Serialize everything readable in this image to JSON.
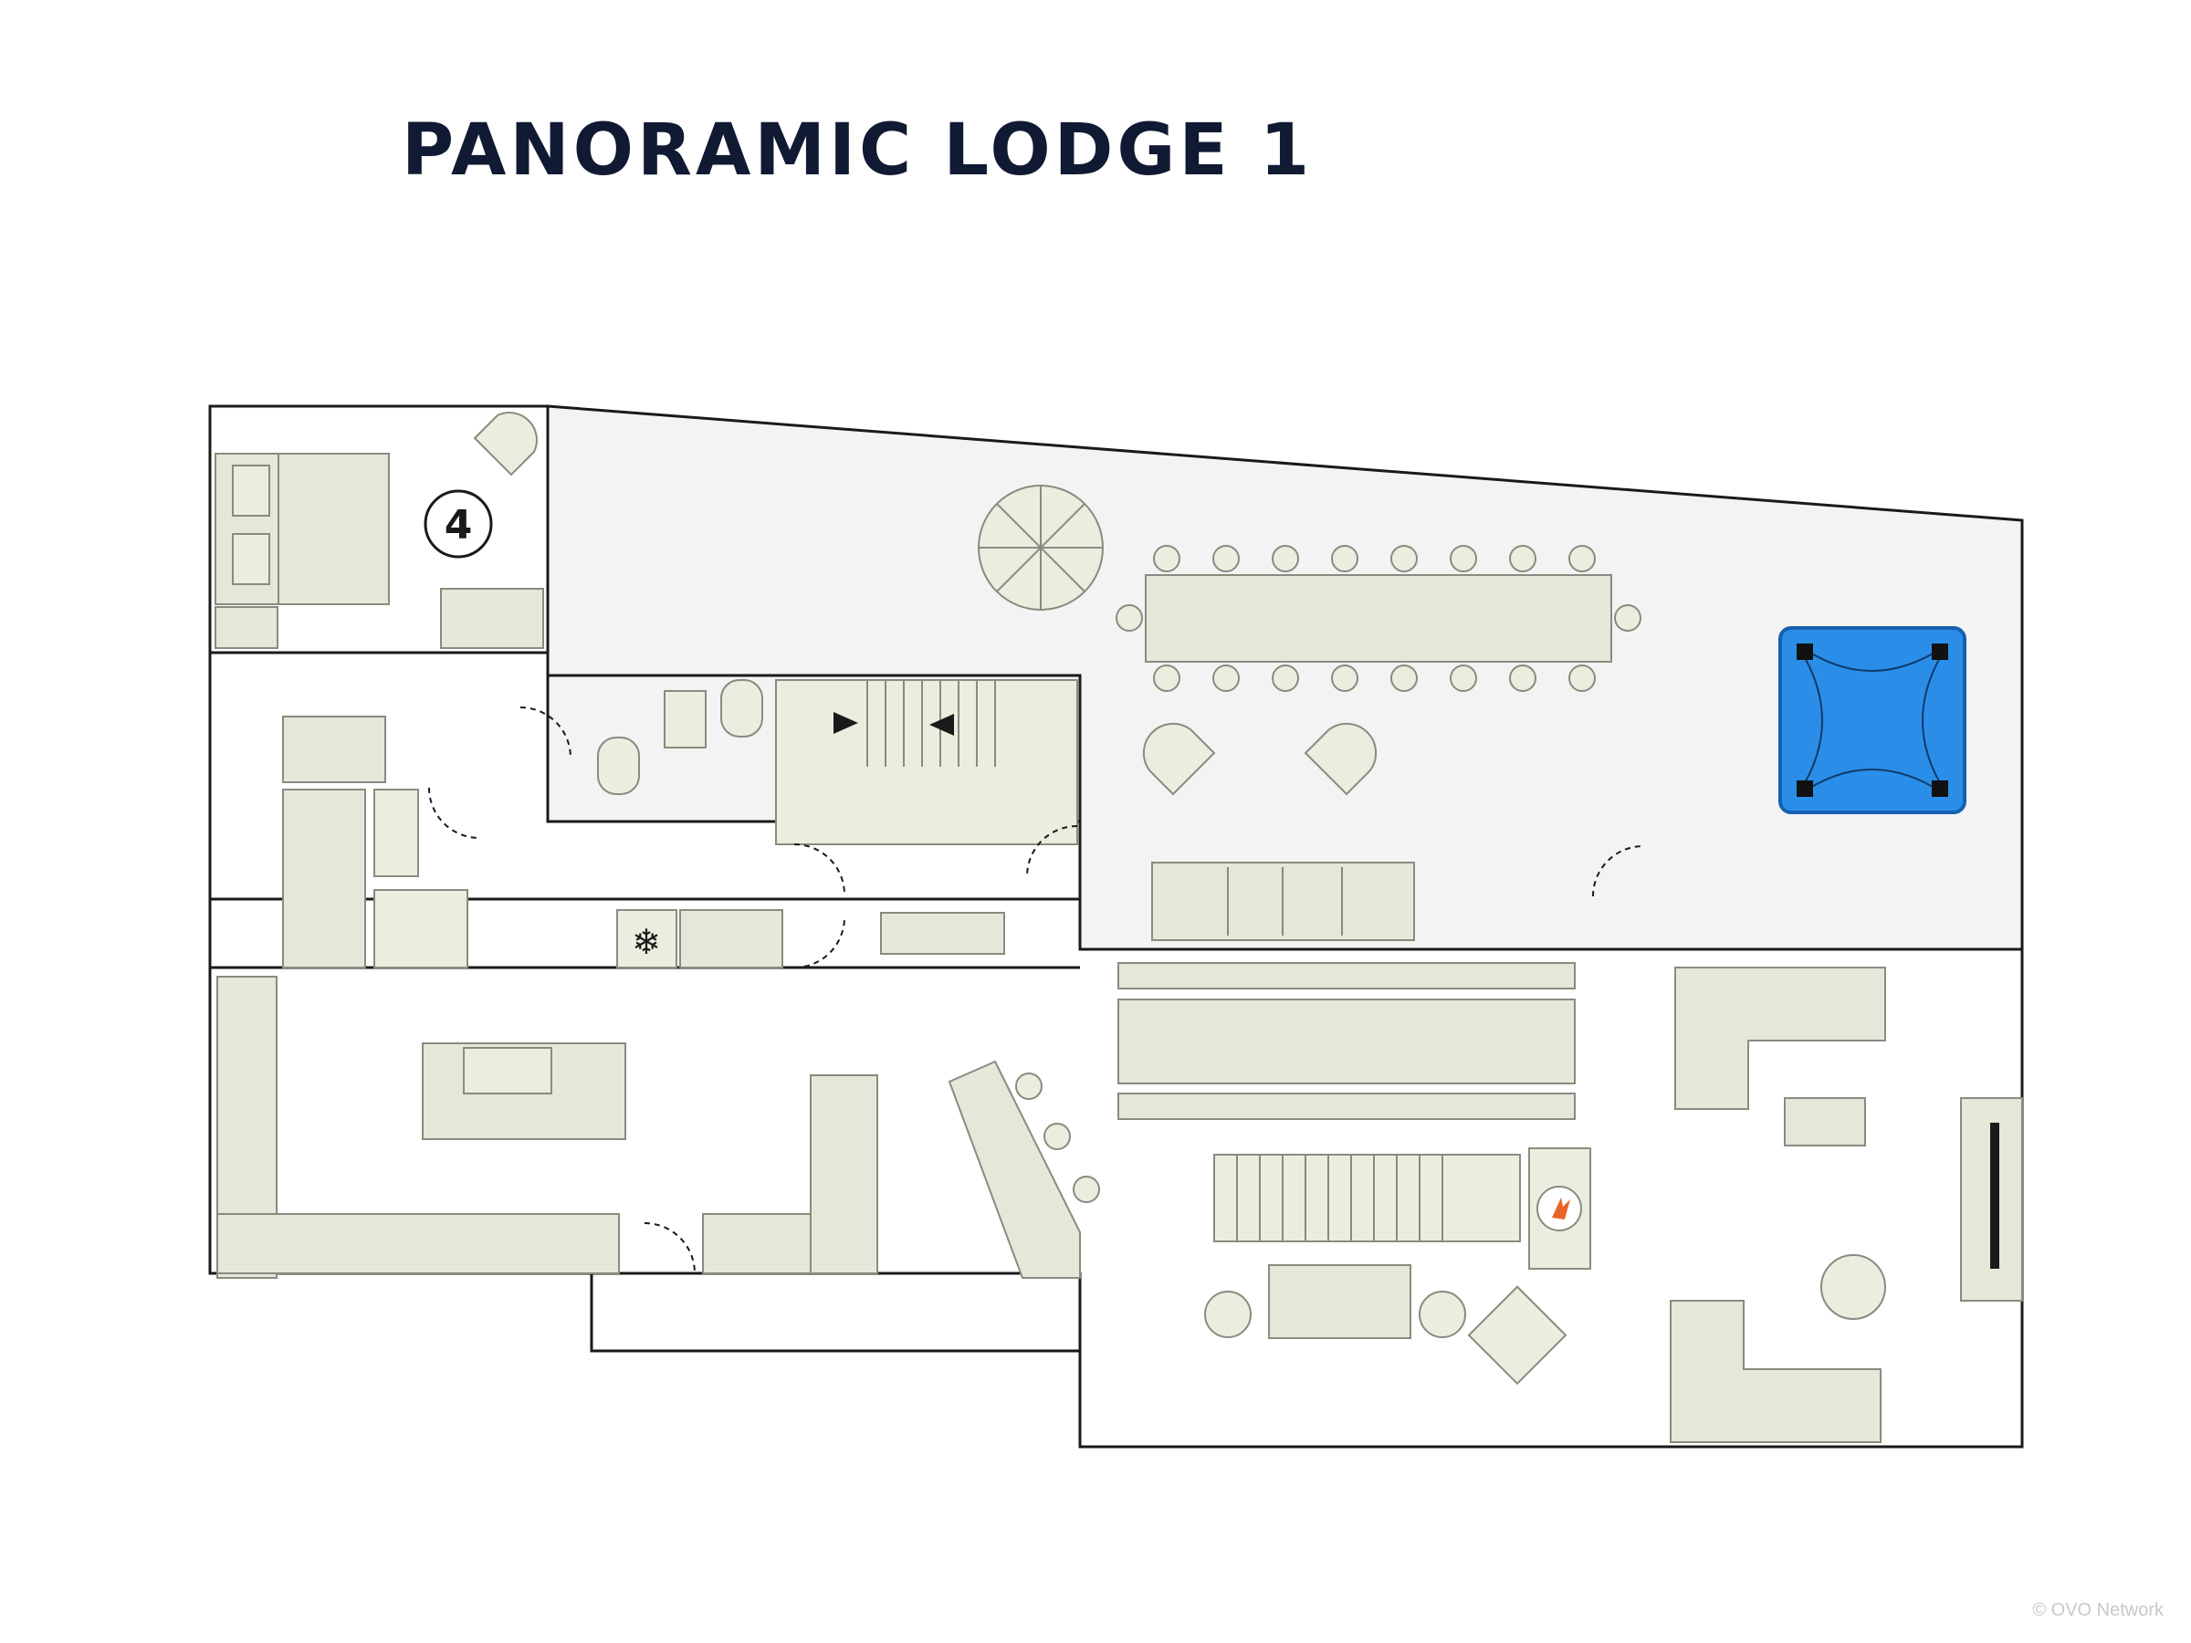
{
  "title": "PANORAMIC LODGE 1",
  "room_badge": "4",
  "watermark": "© OVO Network",
  "colors": {
    "title": "#111a33",
    "furniture": "#e6e6d9",
    "terrace": "#f3f3f3",
    "hot_tub": "#2a8ee8",
    "fireplace_flame": "#e8652a"
  },
  "icons": [
    "umbrella-icon",
    "hot-tub-icon",
    "snowflake-icon",
    "fireplace-icon",
    "hob-icon",
    "oven-icon",
    "toilet-icon",
    "sink-icon"
  ]
}
